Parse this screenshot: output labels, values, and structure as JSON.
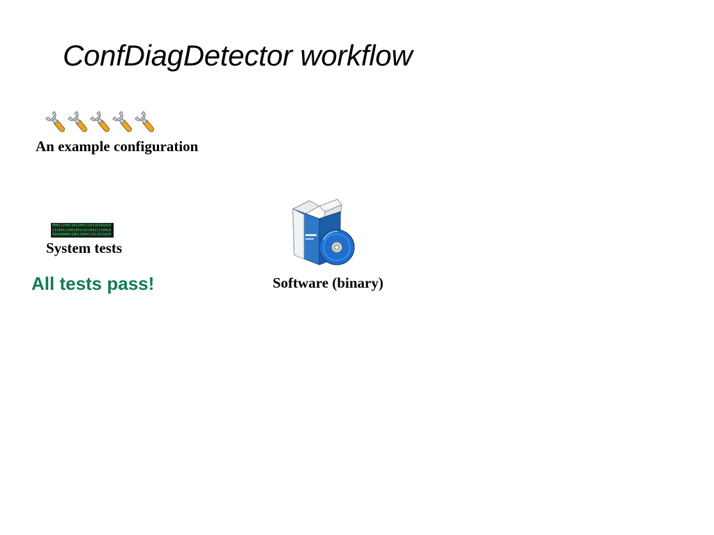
{
  "slide": {
    "title": "ConfDiagDetector workflow",
    "configuration": {
      "icon": "wrench-icon",
      "icon_count": 5,
      "label": "An example configuration",
      "colors": {
        "handle": "#e8a62a",
        "head": "#bfc4c8"
      }
    },
    "system_tests": {
      "icon": "binary-code-icon",
      "label": "System tests",
      "code_lines": [
        "0001110011011001110110101010",
        "1110011100100110110011110010",
        "0101000011001100011011011010"
      ]
    },
    "result": {
      "label": "All tests pass!",
      "color": "#137a5a"
    },
    "software": {
      "icon": "software-box-icon",
      "label": "Software (binary)",
      "colors": {
        "box": "#2f78c8",
        "disc": "#1f6fd0"
      }
    }
  }
}
